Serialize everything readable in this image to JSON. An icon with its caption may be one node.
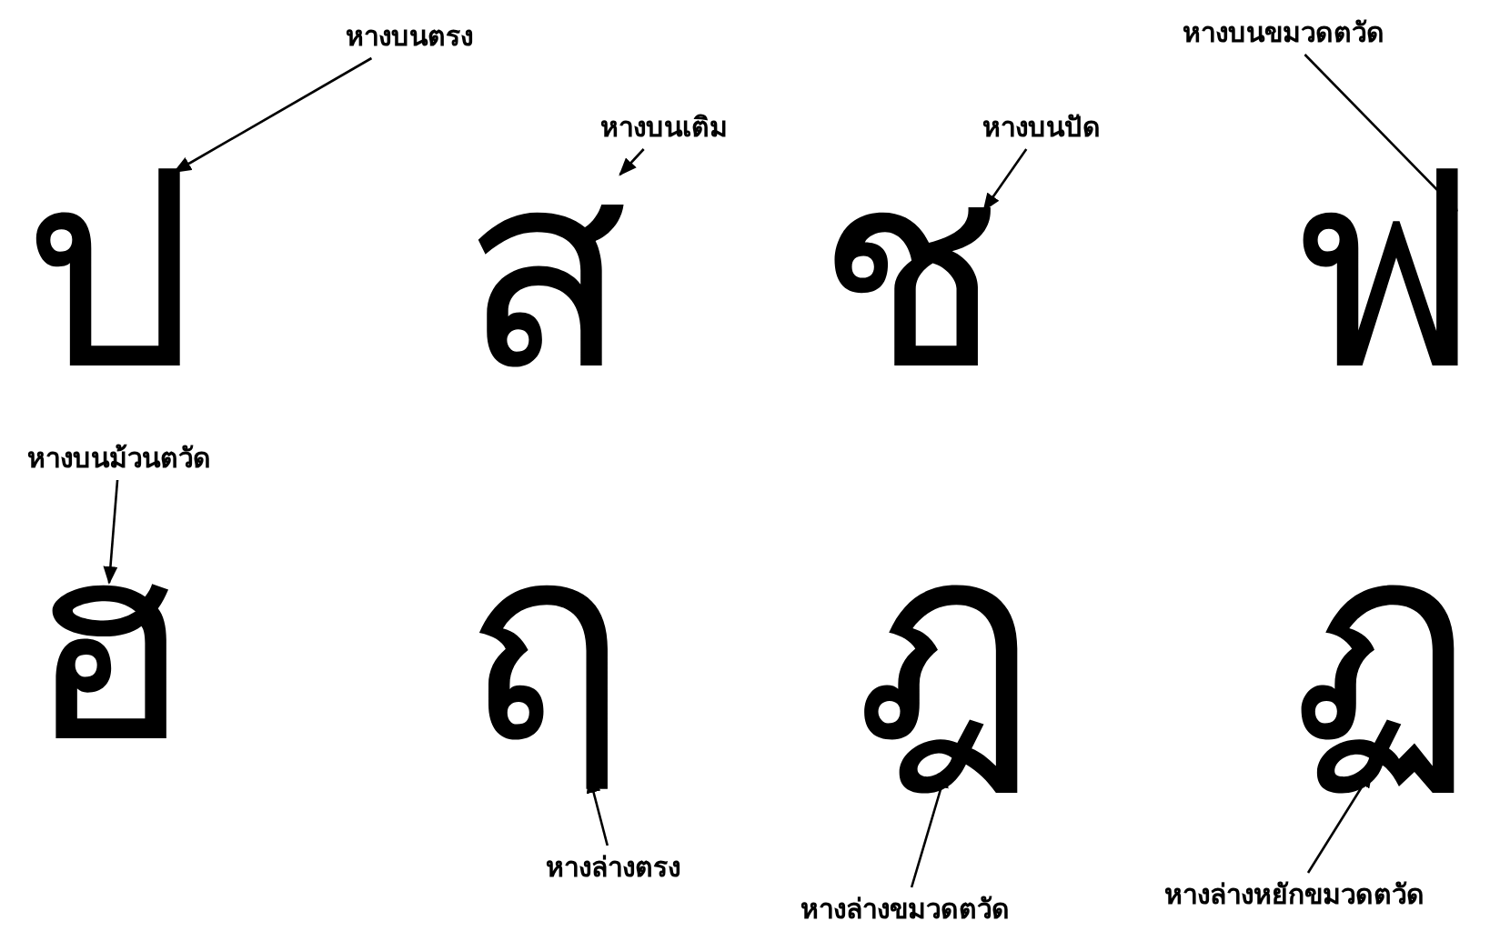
{
  "diagram": {
    "nodes": [
      {
        "text": [
          "หางบนตรง"
        ]
      },
      {
        "text": [
          "หางบนขมวดตวัด"
        ]
      },
      {
        "text": [
          "หางบนเติม"
        ]
      },
      {
        "text": [
          "หางบนปัด"
        ]
      },
      {
        "text": [
          "ป"
        ]
      },
      {
        "text": [
          "ส"
        ]
      },
      {
        "text": [
          "ช"
        ]
      },
      {
        "text": [
          "ฟ"
        ]
      },
      {
        "text": [
          "หางบนม้วนตวัด"
        ]
      },
      {
        "text": [
          "ฮ"
        ]
      },
      {
        "text": [
          "ฤ"
        ]
      },
      {
        "text": [
          "ฎ"
        ]
      },
      {
        "text": [
          "ฏ"
        ]
      },
      {
        "text": [
          "หางล่างตรง"
        ]
      },
      {
        "text": [
          "หางล่างหยักขมวดตวัด"
        ]
      },
      {
        "text": [
          "หางล่างขมวดตวัด"
        ]
      }
    ],
    "edges": [
      {
        "from": 0,
        "to": 4,
        "arrow": "to"
      },
      {
        "from": 2,
        "to": 5,
        "arrow": "to"
      },
      {
        "from": 3,
        "to": 6,
        "arrow": "to"
      },
      {
        "from": 1,
        "to": 7,
        "arrow": "to"
      },
      {
        "from": 8,
        "to": 9,
        "arrow": "to"
      },
      {
        "from": 13,
        "to": 10,
        "arrow": "to"
      },
      {
        "from": 15,
        "to": 11,
        "arrow": "to"
      },
      {
        "from": 14,
        "to": 12,
        "arrow": "to"
      }
    ]
  }
}
